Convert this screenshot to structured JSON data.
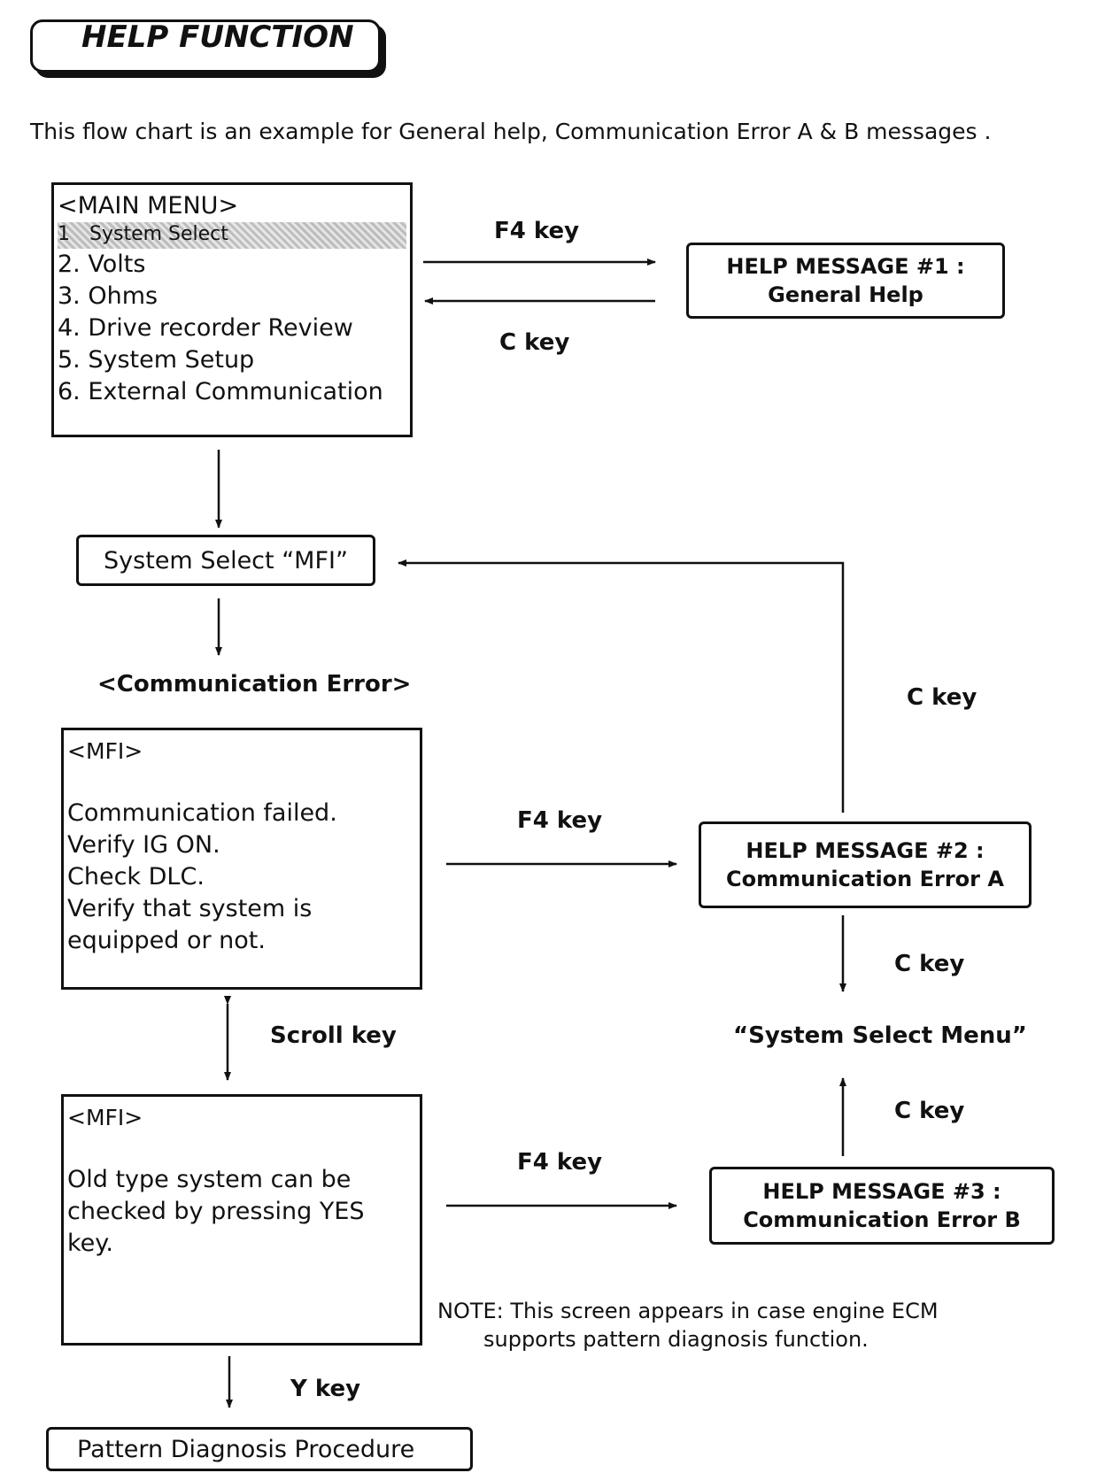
{
  "title": "HELP FUNCTION",
  "intro": "This flow chart is an example for General help, Communication Error A & B messages .",
  "main_menu": {
    "header": "<MAIN MENU>",
    "highlighted_marker": "1",
    "highlighted": "System Select",
    "items": [
      "2. Volts",
      "3. Ohms",
      "4. Drive recorder Review",
      "5. System Setup",
      "6. External Communication"
    ]
  },
  "help1": {
    "title": "HELP MESSAGE #1 :",
    "subtitle": "General Help"
  },
  "help2": {
    "title": "HELP MESSAGE #2 :",
    "subtitle": "Communication Error A"
  },
  "help3": {
    "title": "HELP MESSAGE #3 :",
    "subtitle": "Communication Error B"
  },
  "system_select_box": "System Select “MFI”",
  "comm_error_heading": "<Communication Error>",
  "screen_a": {
    "header": "<MFI>",
    "lines": [
      "Communication failed.",
      "Verify IG ON.",
      "Check DLC.",
      "Verify that system is",
      "equipped or not."
    ]
  },
  "screen_b": {
    "header": "<MFI>",
    "lines": [
      "Old type system can be",
      "checked by pressing YES",
      "key."
    ]
  },
  "labels": {
    "f4_key_1": "F4 key",
    "c_key_1": "C key",
    "c_key_return": "C key",
    "f4_key_2": "F4 key",
    "c_key_down": "C key",
    "scroll_key": "Scroll key",
    "f4_key_3": "F4 key",
    "c_key_up": "C key",
    "y_key": "Y key"
  },
  "system_select_menu": "“System Select Menu”",
  "note": {
    "line1": "NOTE: This screen appears in case engine ECM",
    "line2": "supports pattern diagnosis function."
  },
  "pattern_box": "Pattern Diagnosis Procedure"
}
